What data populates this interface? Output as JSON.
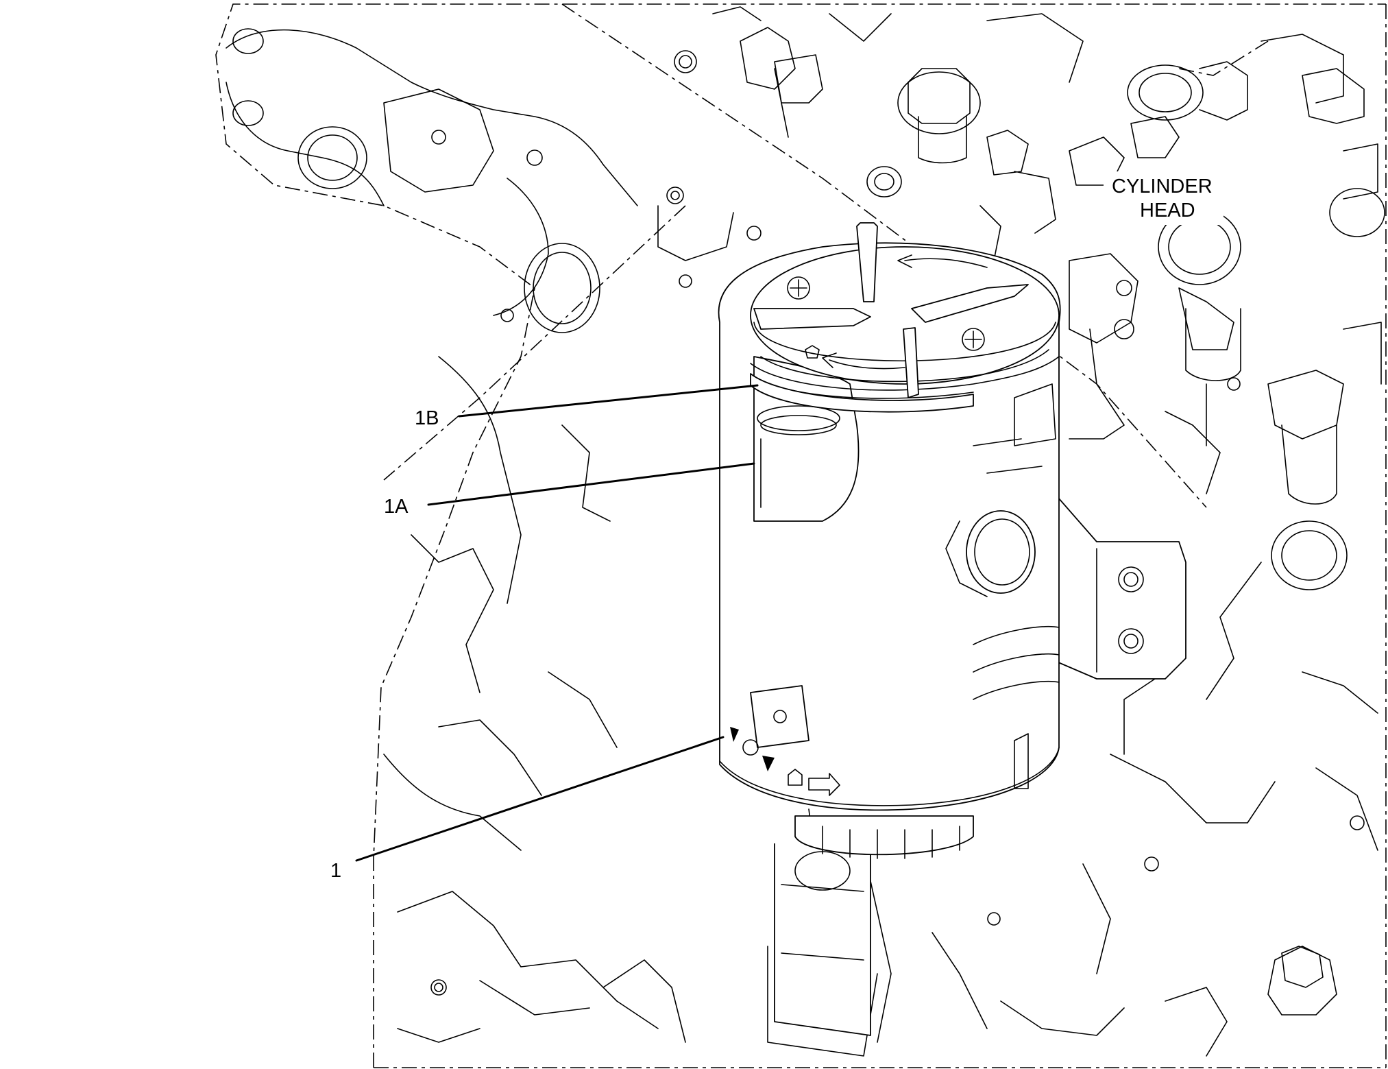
{
  "labels": {
    "part_1": "1",
    "part_1a": "1A",
    "part_1b": "1B",
    "cylinder_head_line1": "CYLINDER",
    "cylinder_head_line2": "HEAD"
  }
}
